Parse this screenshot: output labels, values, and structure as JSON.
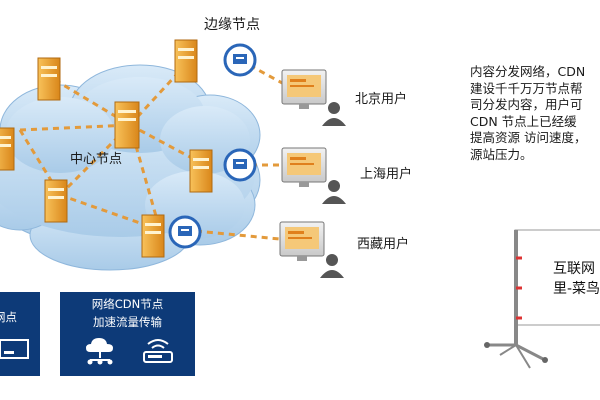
{
  "diagram": {
    "edge_node_label": "边缘节点",
    "center_node_label": "中心节点",
    "users": [
      "北京用户",
      "上海用户",
      "西藏用户"
    ]
  },
  "description_lines": [
    "内容分发网络，CDN",
    "建设千千万万节点帮",
    "司分发内容，用户可",
    "CDN 节点上已经缓",
    "提高资源 访问速度，",
    "源站压力。"
  ],
  "left_panel": {
    "label": "网点"
  },
  "cdn_panel": {
    "line1": "网络CDN节点",
    "line2": "加速流量传输"
  },
  "board": {
    "line1": "互联网",
    "line2": "里-菜鸟"
  },
  "colors": {
    "cloud": "#c3ddf2",
    "server": "#f0a32a",
    "link": "#e39a3b",
    "panel": "#0d3a78",
    "node_ring": "#2a66b8"
  }
}
